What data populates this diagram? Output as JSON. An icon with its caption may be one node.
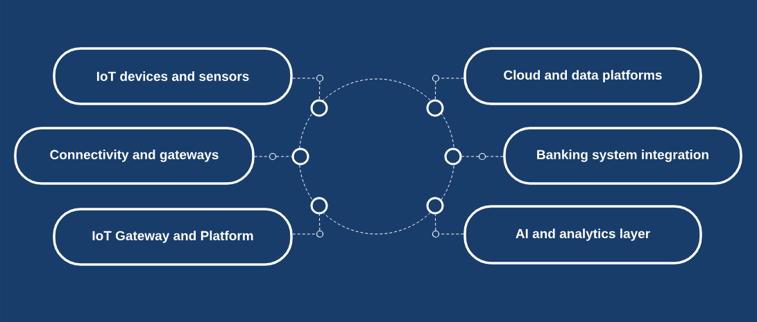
{
  "diagram": {
    "nodes": [
      {
        "text": [
          "IoT devices and sensors"
        ]
      },
      {
        "text": [
          "Connectivity and gateways"
        ]
      },
      {
        "text": [
          "IoT Gateway and Platform"
        ]
      },
      {
        "text": [
          "Cloud and data platforms"
        ]
      },
      {
        "text": [
          "Banking system integration"
        ]
      },
      {
        "text": [
          "AI and analytics layer"
        ]
      },
      {
        "text": [],
        "shape": "circle"
      },
      {
        "text": [],
        "shape": "circle"
      },
      {
        "text": [],
        "shape": "circle"
      },
      {
        "text": [],
        "shape": "circle"
      },
      {
        "text": [],
        "shape": "circle"
      },
      {
        "text": [],
        "shape": "circle"
      },
      {
        "text": [],
        "shape": "circle"
      },
      {
        "text": [],
        "shape": "circle"
      },
      {
        "text": [],
        "shape": "circle"
      },
      {
        "text": [],
        "shape": "circle"
      },
      {
        "text": [],
        "shape": "circle"
      },
      {
        "text": [],
        "shape": "circle"
      }
    ],
    "edges": [
      {
        "from": 0,
        "to": 6,
        "arrow": "none",
        "style": "dashed"
      },
      {
        "from": 6,
        "to": 7,
        "arrow": "none",
        "style": "dashed"
      },
      {
        "from": 1,
        "to": 8,
        "arrow": "none",
        "style": "dashed"
      },
      {
        "from": 8,
        "to": 9,
        "arrow": "none",
        "style": "dashed"
      },
      {
        "from": 2,
        "to": 10,
        "arrow": "none",
        "style": "dashed"
      },
      {
        "from": 10,
        "to": 11,
        "arrow": "none",
        "style": "dashed"
      },
      {
        "from": 3,
        "to": 12,
        "arrow": "none",
        "style": "dashed"
      },
      {
        "from": 12,
        "to": 13,
        "arrow": "none",
        "style": "dashed"
      },
      {
        "from": 4,
        "to": 14,
        "arrow": "none",
        "style": "dashed"
      },
      {
        "from": 14,
        "to": 15,
        "arrow": "none",
        "style": "dashed"
      },
      {
        "from": 5,
        "to": 16,
        "arrow": "none",
        "style": "dashed"
      },
      {
        "from": 16,
        "to": 17,
        "arrow": "none",
        "style": "dashed"
      }
    ]
  }
}
